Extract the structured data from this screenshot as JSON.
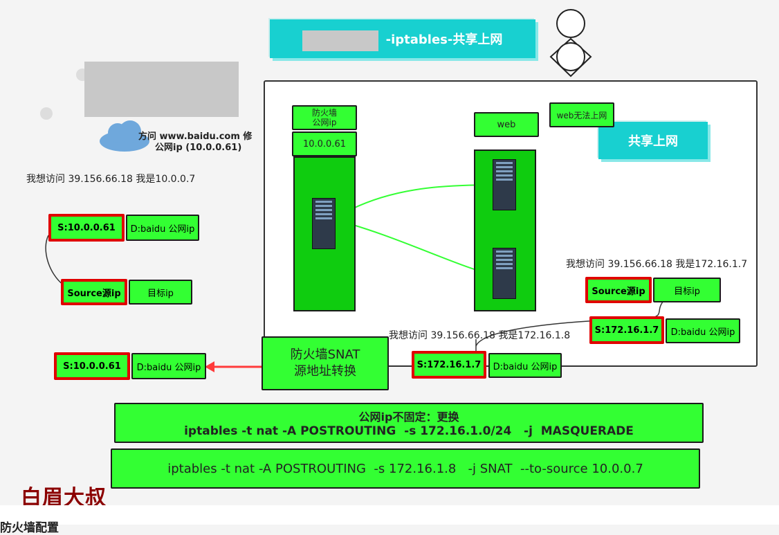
{
  "title_banner": "-iptables-共享上网",
  "shared_banner": "共享上网",
  "cloud_text_line1": "方问 www.baidu.com 修",
  "cloud_text_line2": "公网ip (10.0.0.61)",
  "question_left": "我想访问 39.156.66.18 我是10.0.0.7",
  "question_right": "我想访问 39.156.66.18 我是172.16.1.7",
  "question_bottom": "我想访问 39.156.66.18 我是172.16.1.8",
  "firewall_label": "防火墙\n公网ip",
  "firewall_ip": "10.0.0.61",
  "web_label": "web",
  "web_no_internet": "web无法上网",
  "left_packet1": {
    "src": "S:10.0.0.61",
    "dst": "D:baidu 公网ip"
  },
  "left_packet2": {
    "src": "Source源ip",
    "dst": "目标ip"
  },
  "left_packet3": {
    "src": "S:10.0.0.61",
    "dst": "D:baidu 公网ip"
  },
  "right_packet1": {
    "src": "Source源ip",
    "dst": "目标ip"
  },
  "right_packet2": {
    "src": "S:172.16.1.7",
    "dst": "D:baidu 公网ip"
  },
  "center_packet": {
    "src": "S:172.16.1.7",
    "dst": "D:baidu 公网ip"
  },
  "snat_box": "防火墙SNAT\n源地址转换",
  "masquerade_line1": "公网ip不固定：更换",
  "masquerade_line2": "iptables -t nat -A POSTROUTING  -s 172.16.1.0/24   -j  MASQUERADE",
  "snat_command": "iptables -t nat -A POSTROUTING  -s 172.16.1.8   -j SNAT  --to-source 10.0.0.7",
  "watermark": "白眉大叔",
  "bottom_heading": "防火墙配置",
  "colors": {
    "green": "#33ff33",
    "firewall_green": "#0fcc0f",
    "cyan": "#18d0d0",
    "red": "#e00000",
    "watermark": "#8b0000"
  }
}
